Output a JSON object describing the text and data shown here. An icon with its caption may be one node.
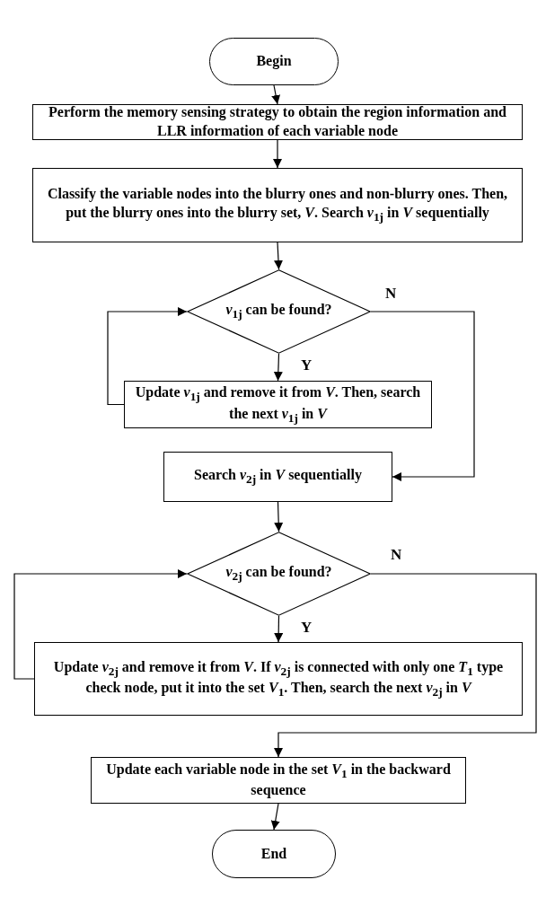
{
  "diagram": {
    "nodes": [
      {
        "text": [
          "Begin"
        ]
      },
      {
        "text": [
          "Perform the memory sensing strategy to obtain the region information and LLR information of each variable node"
        ]
      },
      {
        "text": [
          "Classify the variable nodes into the blurry ones and non-blurry ones. Then, put the blurry ones into the blurry set, *V*. Search *v*$_{1j}$ in *V* sequentially"
        ]
      },
      {
        "text": [
          "*v*$_{1j}$ can be found?"
        ]
      },
      {
        "text": [
          "Update *v*$_{1j}$ and remove it from *V*. Then, search the next *v*$_{1j}$ in *V*"
        ]
      },
      {
        "text": [
          "Search *v*$_{2j}$ in *V* sequentially"
        ]
      },
      {
        "text": [
          "*v*$_{2j}$ can be found?"
        ]
      },
      {
        "text": [
          "Update *v*$_{2j}$ and remove it from *V*. If *v*$_{2j}$ is connected with only one *T*$_{1}$ type check node, put it into the set *V*$_{1}$. Then, search the next *v*$_{2j}$ in *V*"
        ]
      },
      {
        "text": [
          "Update each variable node in the set *V*$_{1}$ in the backward sequence"
        ]
      },
      {
        "text": [
          "End"
        ]
      }
    ],
    "edges": [
      {
        "from": 0,
        "to": 1,
        "arrow": "to"
      },
      {
        "from": 1,
        "to": 2,
        "arrow": "to"
      },
      {
        "from": 2,
        "to": 3,
        "arrow": "to"
      },
      {
        "from": 3,
        "to": 4,
        "arrow": "to",
        "label": "Y"
      },
      {
        "from": 4,
        "to": 3,
        "arrow": "to"
      },
      {
        "from": 3,
        "to": 5,
        "arrow": "to",
        "label": "N"
      },
      {
        "from": 5,
        "to": 6,
        "arrow": "to"
      },
      {
        "from": 6,
        "to": 7,
        "arrow": "to",
        "label": "Y"
      },
      {
        "from": 7,
        "to": 6,
        "arrow": "to"
      },
      {
        "from": 6,
        "to": 8,
        "arrow": "to",
        "label": "N"
      },
      {
        "from": 8,
        "to": 9,
        "arrow": "to"
      }
    ]
  }
}
